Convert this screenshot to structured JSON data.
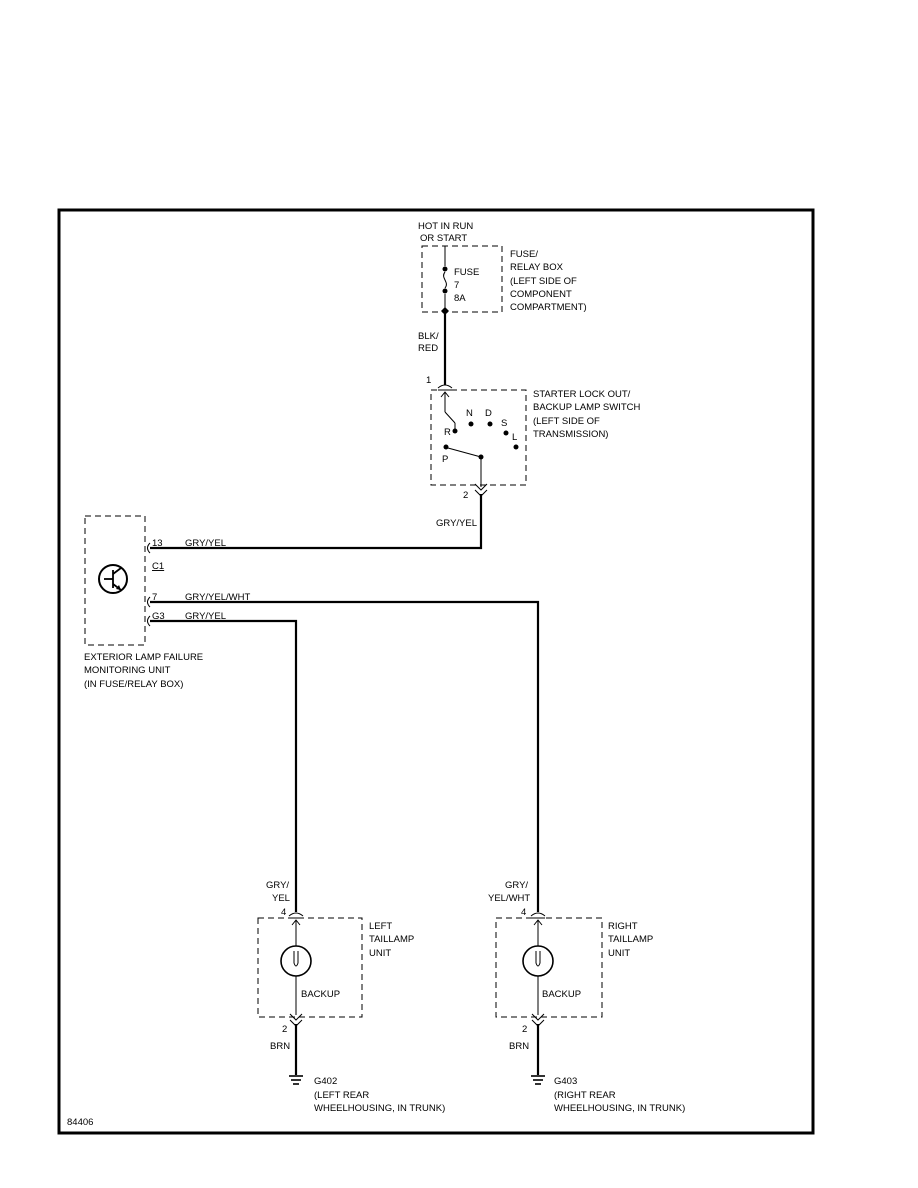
{
  "diagram_id": "84406",
  "power": {
    "line1": "HOT IN RUN",
    "line2": "OR START"
  },
  "fuse_box": {
    "fuse_label": "FUSE",
    "fuse_number": "7",
    "fuse_rating": "8A",
    "desc": [
      "FUSE/",
      "RELAY BOX",
      "(LEFT SIDE OF",
      "COMPONENT",
      "COMPARTMENT)"
    ]
  },
  "wire_blk_red": [
    "BLK/",
    "RED"
  ],
  "switch": {
    "pin_in": "1",
    "pin_out": "2",
    "positions": {
      "r": "R",
      "n": "N",
      "d": "D",
      "s": "S",
      "l": "L",
      "p": "P"
    },
    "desc": [
      "STARTER LOCK OUT/",
      "BACKUP LAMP SWITCH",
      "(LEFT SIDE OF",
      "TRANSMISSION)"
    ]
  },
  "wire_switch_out": "GRY/YEL",
  "monitor": {
    "connector": "C1",
    "pins": [
      {
        "pin": "13",
        "wire": "GRY/YEL"
      },
      {
        "pin": "7",
        "wire": "GRY/YEL/WHT"
      },
      {
        "pin": "G3",
        "wire": "GRY/YEL"
      }
    ],
    "desc": [
      "EXTERIOR LAMP FAILURE",
      "MONITORING UNIT",
      "(IN FUSE/RELAY BOX)"
    ]
  },
  "left_lamp": {
    "wire_in": [
      "GRY/",
      "YEL"
    ],
    "pin_in": "4",
    "bulb": "BACKUP",
    "pin_out": "2",
    "wire_out": "BRN",
    "desc": [
      "LEFT",
      "TAILLAMP",
      "UNIT"
    ],
    "ground": "G402",
    "ground_desc": [
      "(LEFT REAR",
      "WHEELHOUSING, IN TRUNK)"
    ]
  },
  "right_lamp": {
    "wire_in": [
      "GRY/",
      "YEL/WHT"
    ],
    "pin_in": "4",
    "bulb": "BACKUP",
    "pin_out": "2",
    "wire_out": "BRN",
    "desc": [
      "RIGHT",
      "TAILLAMP",
      "UNIT"
    ],
    "ground": "G403",
    "ground_desc": [
      "(RIGHT REAR",
      "WHEELHOUSING, IN TRUNK)"
    ]
  }
}
